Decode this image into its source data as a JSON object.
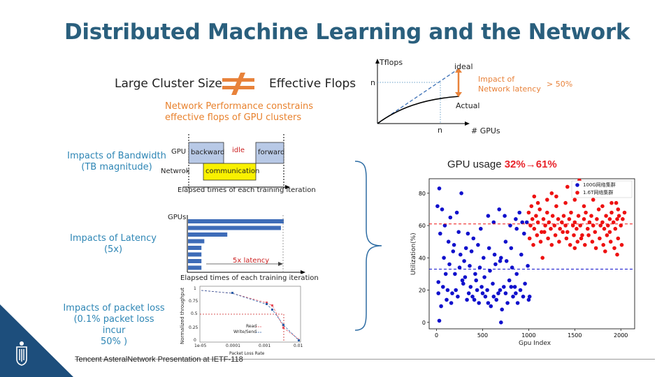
{
  "slide": {
    "title": "Distributed Machine Learning and the Network",
    "footer": "Tencent AsteralNetwork Presentation at IETF-118"
  },
  "header_row": {
    "left": "Large Cluster Size",
    "right": "Effective Flops",
    "constraint_line1": "Network Performance constrains",
    "constraint_line2": "effective flops of GPU clusters"
  },
  "tflops_chart": {
    "y_axis_label": "Tflops",
    "x_axis_label": "# GPUs",
    "y_tick": "n",
    "x_tick": "n",
    "ideal_label": "ideal",
    "actual_label": "Actual",
    "impact_line1": "Impact of",
    "impact_line2": "Network latency",
    "impact_value": "> 50%"
  },
  "bandwidth": {
    "label_line1": "Impacts of Bandwidth",
    "label_line2": "(TB magnitude)",
    "gpu_label": "GPU",
    "net_label": "Netwrok",
    "backward": "backward",
    "idle": "idle",
    "forward": "forward",
    "communication": "communication",
    "caption": "Elapsed times of each training iteration"
  },
  "latency": {
    "label_line1": "Impacts of Latency",
    "label_line2": "(5x)",
    "gpus_label": "GPUs",
    "bar_fractions": [
      1.0,
      0.97,
      0.41,
      0.17,
      0.14,
      0.14,
      0.14,
      0.14
    ],
    "latency_label": "5x latency",
    "caption": "Elapsed times of each training iteration"
  },
  "packet_loss": {
    "label_line1": "Impacts of packet loss",
    "label_line2": "(0.1% packet loss incur",
    "label_line3": "50% )",
    "y_label": "Normalized throughput",
    "x_label": "Packet Loss Rate",
    "x_ticks": [
      "1e-05",
      "0.0001",
      "0.001",
      "0.01"
    ],
    "y_ticks": [
      "1",
      "0.75",
      "0.5",
      "0.25",
      "0"
    ],
    "legend": [
      "Read",
      "Write/Send"
    ],
    "colors": {
      "read": "#e8505b",
      "write": "#2a5fa8",
      "ref": "#cc2222"
    }
  },
  "usage": {
    "prefix": "GPU usage ",
    "value": "32%→61%"
  },
  "chart_data": {
    "type": "scatter",
    "xlabel": "Gpu Index",
    "ylabel": "Utilization(%)",
    "xlim": [
      -80,
      2150
    ],
    "ylim": [
      -4,
      89
    ],
    "x_ticks": [
      "0",
      "500",
      "1000",
      "1500",
      "2000"
    ],
    "y_ticks": [
      "0",
      "20",
      "40",
      "60",
      "80"
    ],
    "legend_position": "top-right",
    "series": [
      {
        "name": "100G网络集群",
        "color": "#1010cc",
        "mean": 33,
        "points": [
          [
            30,
            83
          ],
          [
            270,
            80
          ],
          [
            10,
            72
          ],
          [
            60,
            70
          ],
          [
            150,
            65
          ],
          [
            220,
            68
          ],
          [
            340,
            55
          ],
          [
            400,
            52
          ],
          [
            480,
            58
          ],
          [
            560,
            66
          ],
          [
            620,
            62
          ],
          [
            680,
            70
          ],
          [
            740,
            66
          ],
          [
            800,
            60
          ],
          [
            860,
            64
          ],
          [
            900,
            68
          ],
          [
            950,
            55
          ],
          [
            980,
            62
          ],
          [
            40,
            55
          ],
          [
            90,
            60
          ],
          [
            130,
            50
          ],
          [
            190,
            48
          ],
          [
            260,
            42
          ],
          [
            300,
            38
          ],
          [
            360,
            35
          ],
          [
            420,
            30
          ],
          [
            470,
            34
          ],
          [
            520,
            28
          ],
          [
            580,
            32
          ],
          [
            640,
            36
          ],
          [
            700,
            40
          ],
          [
            760,
            38
          ],
          [
            820,
            34
          ],
          [
            870,
            30
          ],
          [
            920,
            42
          ],
          [
            990,
            35
          ],
          [
            20,
            25
          ],
          [
            70,
            22
          ],
          [
            120,
            20
          ],
          [
            170,
            18
          ],
          [
            230,
            16
          ],
          [
            290,
            24
          ],
          [
            350,
            18
          ],
          [
            410,
            14
          ],
          [
            460,
            12
          ],
          [
            530,
            16
          ],
          [
            590,
            10
          ],
          [
            650,
            14
          ],
          [
            710,
            8
          ],
          [
            770,
            12
          ],
          [
            830,
            16
          ],
          [
            880,
            12
          ],
          [
            940,
            16
          ],
          [
            1000,
            14
          ],
          [
            50,
            10
          ],
          [
            110,
            14
          ],
          [
            160,
            12
          ],
          [
            210,
            20
          ],
          [
            280,
            26
          ],
          [
            330,
            14
          ],
          [
            390,
            16
          ],
          [
            440,
            20
          ],
          [
            500,
            18
          ],
          [
            560,
            12
          ],
          [
            620,
            16
          ],
          [
            690,
            20
          ],
          [
            750,
            18
          ],
          [
            810,
            22
          ],
          [
            860,
            18
          ],
          [
            910,
            20
          ],
          [
            960,
            24
          ],
          [
            1010,
            16
          ],
          [
            80,
            40
          ],
          [
            140,
            36
          ],
          [
            200,
            30
          ],
          [
            250,
            34
          ],
          [
            310,
            28
          ],
          [
            370,
            22
          ],
          [
            430,
            26
          ],
          [
            490,
            22
          ],
          [
            550,
            20
          ],
          [
            610,
            24
          ],
          [
            670,
            18
          ],
          [
            730,
            22
          ],
          [
            790,
            26
          ],
          [
            850,
            22
          ],
          [
            20,
            18
          ],
          [
            100,
            30
          ],
          [
            180,
            44
          ],
          [
            240,
            56
          ],
          [
            320,
            46
          ],
          [
            380,
            44
          ],
          [
            450,
            48
          ],
          [
            510,
            40
          ],
          [
            570,
            46
          ],
          [
            630,
            42
          ],
          [
            690,
            38
          ],
          [
            750,
            50
          ],
          [
            810,
            46
          ],
          [
            870,
            58
          ],
          [
            930,
            62
          ],
          [
            30,
            1
          ],
          [
            700,
            0
          ]
        ]
      },
      {
        "name": "1.6T网络集群",
        "color": "#ee1111",
        "mean": 61,
        "points": [
          [
            1000,
            68
          ],
          [
            1020,
            60
          ],
          [
            1040,
            64
          ],
          [
            1060,
            58
          ],
          [
            1080,
            66
          ],
          [
            1100,
            62
          ],
          [
            1120,
            70
          ],
          [
            1140,
            56
          ],
          [
            1160,
            64
          ],
          [
            1180,
            60
          ],
          [
            1200,
            68
          ],
          [
            1220,
            62
          ],
          [
            1240,
            58
          ],
          [
            1260,
            66
          ],
          [
            1280,
            60
          ],
          [
            1300,
            72
          ],
          [
            1320,
            64
          ],
          [
            1340,
            58
          ],
          [
            1360,
            62
          ],
          [
            1380,
            66
          ],
          [
            1400,
            60
          ],
          [
            1420,
            56
          ],
          [
            1440,
            64
          ],
          [
            1460,
            68
          ],
          [
            1480,
            60
          ],
          [
            1500,
            62
          ],
          [
            1520,
            58
          ],
          [
            1540,
            66
          ],
          [
            1560,
            60
          ],
          [
            1580,
            54
          ],
          [
            1600,
            64
          ],
          [
            1620,
            68
          ],
          [
            1640,
            58
          ],
          [
            1660,
            62
          ],
          [
            1680,
            66
          ],
          [
            1700,
            60
          ],
          [
            1720,
            56
          ],
          [
            1740,
            64
          ],
          [
            1760,
            70
          ],
          [
            1780,
            60
          ],
          [
            1800,
            62
          ],
          [
            1820,
            58
          ],
          [
            1840,
            66
          ],
          [
            1860,
            60
          ],
          [
            1880,
            64
          ],
          [
            1900,
            68
          ],
          [
            1920,
            62
          ],
          [
            1940,
            58
          ],
          [
            1960,
            64
          ],
          [
            1980,
            66
          ],
          [
            2000,
            60
          ],
          [
            2020,
            64
          ],
          [
            2040,
            68
          ],
          [
            1010,
            52
          ],
          [
            1050,
            48
          ],
          [
            1090,
            54
          ],
          [
            1130,
            50
          ],
          [
            1170,
            56
          ],
          [
            1210,
            52
          ],
          [
            1250,
            48
          ],
          [
            1290,
            54
          ],
          [
            1330,
            50
          ],
          [
            1370,
            56
          ],
          [
            1410,
            52
          ],
          [
            1450,
            48
          ],
          [
            1490,
            54
          ],
          [
            1530,
            50
          ],
          [
            1570,
            52
          ],
          [
            1610,
            48
          ],
          [
            1650,
            54
          ],
          [
            1690,
            50
          ],
          [
            1730,
            46
          ],
          [
            1770,
            52
          ],
          [
            1810,
            48
          ],
          [
            1850,
            54
          ],
          [
            1890,
            50
          ],
          [
            1930,
            46
          ],
          [
            1970,
            52
          ],
          [
            2010,
            48
          ],
          [
            1100,
            74
          ],
          [
            1200,
            76
          ],
          [
            1300,
            78
          ],
          [
            1400,
            74
          ],
          [
            1500,
            76
          ],
          [
            1600,
            72
          ],
          [
            1700,
            76
          ],
          [
            1800,
            72
          ],
          [
            1900,
            74
          ],
          [
            1550,
            88
          ],
          [
            1640,
            84
          ],
          [
            1720,
            80
          ],
          [
            1250,
            80
          ],
          [
            1150,
            40
          ],
          [
            1420,
            84
          ],
          [
            1830,
            44
          ],
          [
            1960,
            42
          ],
          [
            1060,
            78
          ],
          [
            1970,
            70
          ],
          [
            1500,
            46
          ],
          [
            1880,
            56
          ],
          [
            1030,
            72
          ],
          [
            1950,
            74
          ]
        ]
      }
    ]
  }
}
